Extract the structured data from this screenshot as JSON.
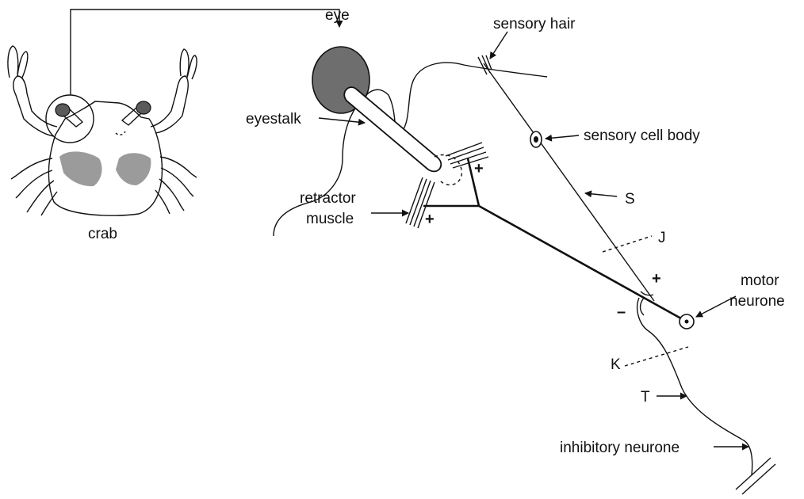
{
  "labels": {
    "crab": "crab",
    "eye": "eye",
    "eyestalk": "eyestalk",
    "retractor_line1": "retractor",
    "retractor_line2": "muscle",
    "sensory_hair": "sensory hair",
    "sensory_cell_body": "sensory cell body",
    "S": "S",
    "J": "J",
    "K": "K",
    "T": "T",
    "motor_line1": "motor",
    "motor_line2": "neurone",
    "inhibitory_neurone": "inhibitory neurone"
  },
  "symbols": {
    "plus_upper": "+",
    "plus_lower": "+",
    "plus_synapse": "+",
    "minus_synapse": "–"
  },
  "colors": {
    "eye_fill": "#6e6e6e",
    "crab_eye_fill": "#5a5a5a",
    "marking_fill": "#8a8a8a",
    "line": "#111111"
  }
}
